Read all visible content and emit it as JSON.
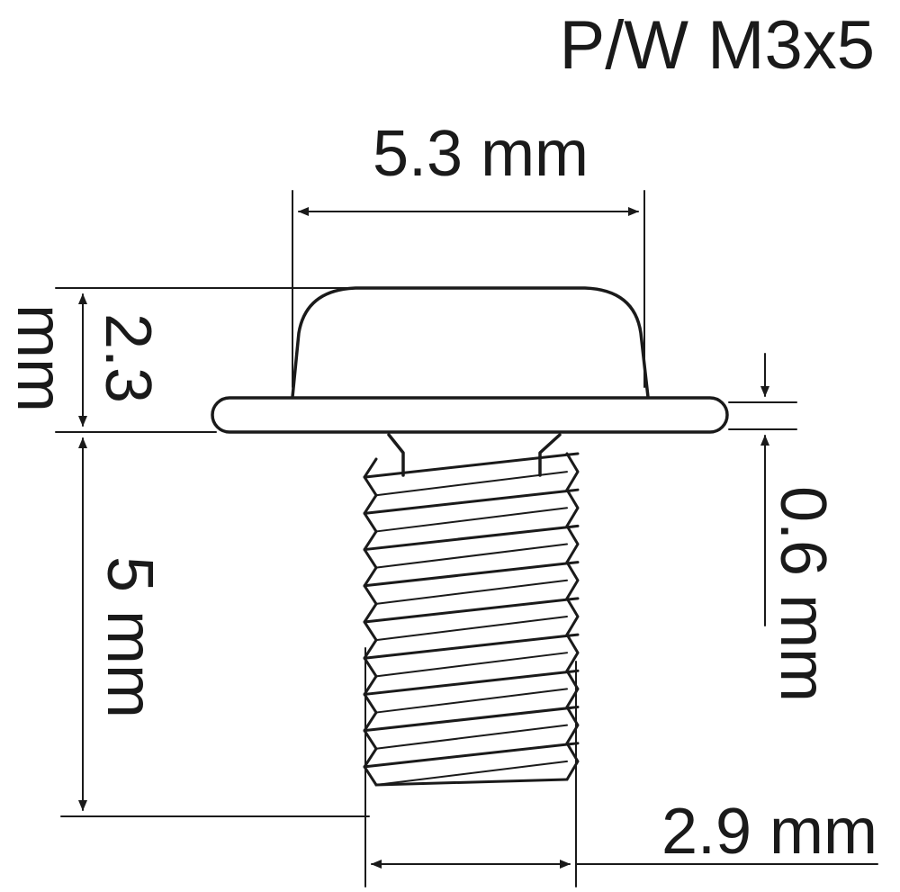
{
  "title": "P/W M3x5",
  "dimensions": {
    "head_diameter": "5.3 mm",
    "head_height": "2.3 mm",
    "washer_thickness": "0.6 mm",
    "thread_length": "5 mm",
    "thread_diameter": "2.9 mm"
  },
  "thread_turns": 9
}
